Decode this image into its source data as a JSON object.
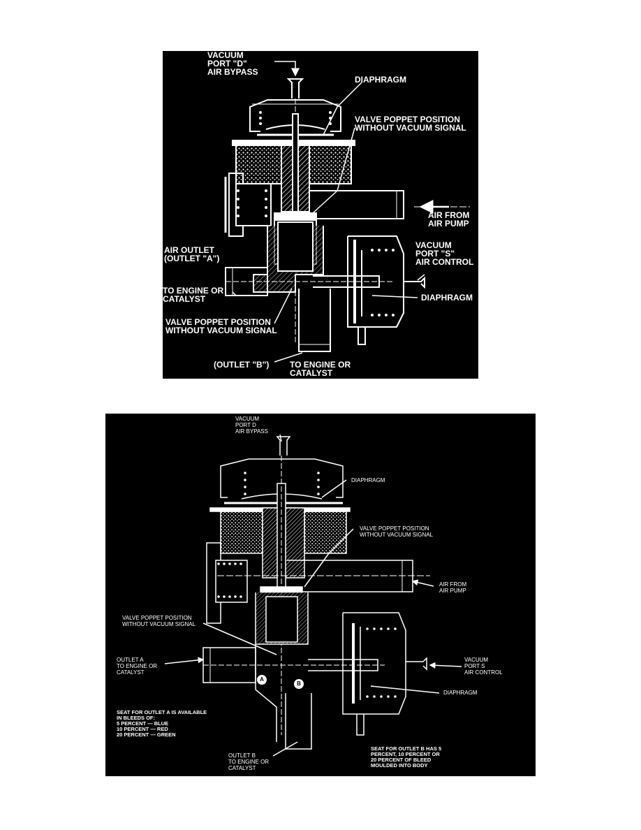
{
  "figure1": {
    "labels": {
      "vacuum_port_d": "VACUUM\nPORT \"D\"\nAIR BYPASS",
      "diaphragm_top": "DIAPHRAGM",
      "valve_poppet_top": "VALVE POPPET POSITION\nWITHOUT VACUUM SIGNAL",
      "air_from_pump": "AIR FROM\nAIR PUMP",
      "vacuum_port_s": "VACUUM\nPORT \"S\"\nAIR CONTROL",
      "air_outlet_a": "AIR OUTLET\n(OUTLET \"A\")",
      "to_engine_a": "TO ENGINE OR\nCATALYST",
      "diaphragm_right": "DIAPHRAGM",
      "valve_poppet_bottom": "VALVE POPPET POSITION\nWITHOUT VACUUM SIGNAL",
      "outlet_b": "(OUTLET \"B\")",
      "to_engine_b": "TO ENGINE OR\nCATALYST"
    }
  },
  "figure2": {
    "labels": {
      "vacuum_port_d": "VACUUM\nPORT D\nAIR BYPASS",
      "diaphragm_top": "DIAPHRAGM",
      "valve_poppet_top": "VALVE POPPET POSITION\nWITHOUT VACUUM SIGNAL",
      "air_from_pump": "AIR FROM\nAIR PUMP",
      "valve_poppet_left": "VALVE POPPET POSITION\nWITHOUT VACUUM SIGNAL",
      "outlet_a": "OUTLET A\nTO ENGINE OR\nCATALYST",
      "vacuum_port_s": "VACUUM\nPORT S\nAIR CONTROL",
      "diaphragm_right": "DIAPHRAGM",
      "seat_a_note": "SEAT FOR OUTLET A IS AVAILABLE\nIN BLEEDS OF:\n  5 PERCENT — BLUE\n10 PERCENT — RED\n20 PERCENT — GREEN",
      "outlet_b": "OUTLET B\nTO ENGINE OR\nCATALYST",
      "seat_b_note": "SEAT FOR OUTLET B HAS 5\nPERCENT, 10 PERCENT OR\n20 PERCENT OF BLEED\nMOULDED INTO BODY",
      "marker_a": "A",
      "marker_b": "B"
    }
  }
}
